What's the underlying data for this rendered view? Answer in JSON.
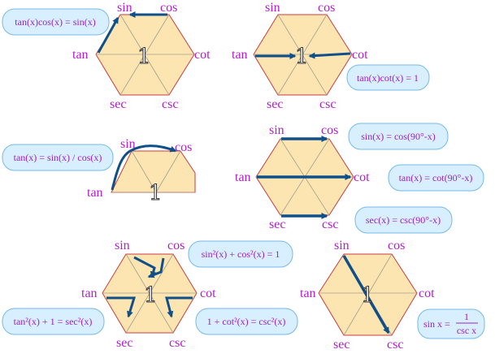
{
  "colors": {
    "label": "#b020c8",
    "formula_text": "#a020c0",
    "hexagon_fill": "#fce5b0",
    "hexagon_edge": "#c93d3d",
    "arrow": "#10508a",
    "box_fill": "#d7efff",
    "box_border": "#74b9ec"
  },
  "diagrams": [
    {
      "labels": {
        "sin": "sin",
        "cos": "cos",
        "tan": "tan",
        "cot": "cot",
        "sec": "sec",
        "csc": "csc"
      },
      "center_value": "1",
      "formulas": [
        "tan(x)cos(x) = sin(x)"
      ]
    },
    {
      "labels": {
        "sin": "sin",
        "cos": "cos",
        "tan": "tan",
        "cot": "cot",
        "sec": "sec",
        "csc": "csc"
      },
      "center_value": "1",
      "formulas": [
        "tan(x)cot(x) = 1"
      ]
    },
    {
      "labels": {
        "sin": "sin",
        "cos": "cos",
        "tan": "tan"
      },
      "center_value": "1",
      "formulas": [
        "tan(x) = sin(x)  / cos(x)"
      ]
    },
    {
      "labels": {
        "sin": "sin",
        "cos": "cos",
        "tan": "tan",
        "cot": "cot",
        "sec": "sec",
        "csc": "csc"
      },
      "formulas": [
        "sin(x) = cos(90°-x)",
        "tan(x) = cot(90°-x)",
        "sec(x) = csc(90°-x)"
      ]
    },
    {
      "labels": {
        "sin": "sin",
        "cos": "cos",
        "tan": "tan",
        "cot": "cot",
        "sec": "sec",
        "csc": "csc"
      },
      "center_value": "1",
      "formulas": [
        "sin²(x) + cos²(x) = 1",
        "tan²(x) + 1 = sec²(x)",
        "1 + cot²(x) = csc²(x)"
      ]
    },
    {
      "labels": {
        "sin": "sin",
        "cos": "cos",
        "tan": "tan",
        "cot": "cot",
        "sec": "sec",
        "csc": "csc"
      },
      "center_value": "1",
      "fraction": {
        "lhs": "sin x =",
        "numerator": "1",
        "denominator": "csc x"
      }
    }
  ]
}
